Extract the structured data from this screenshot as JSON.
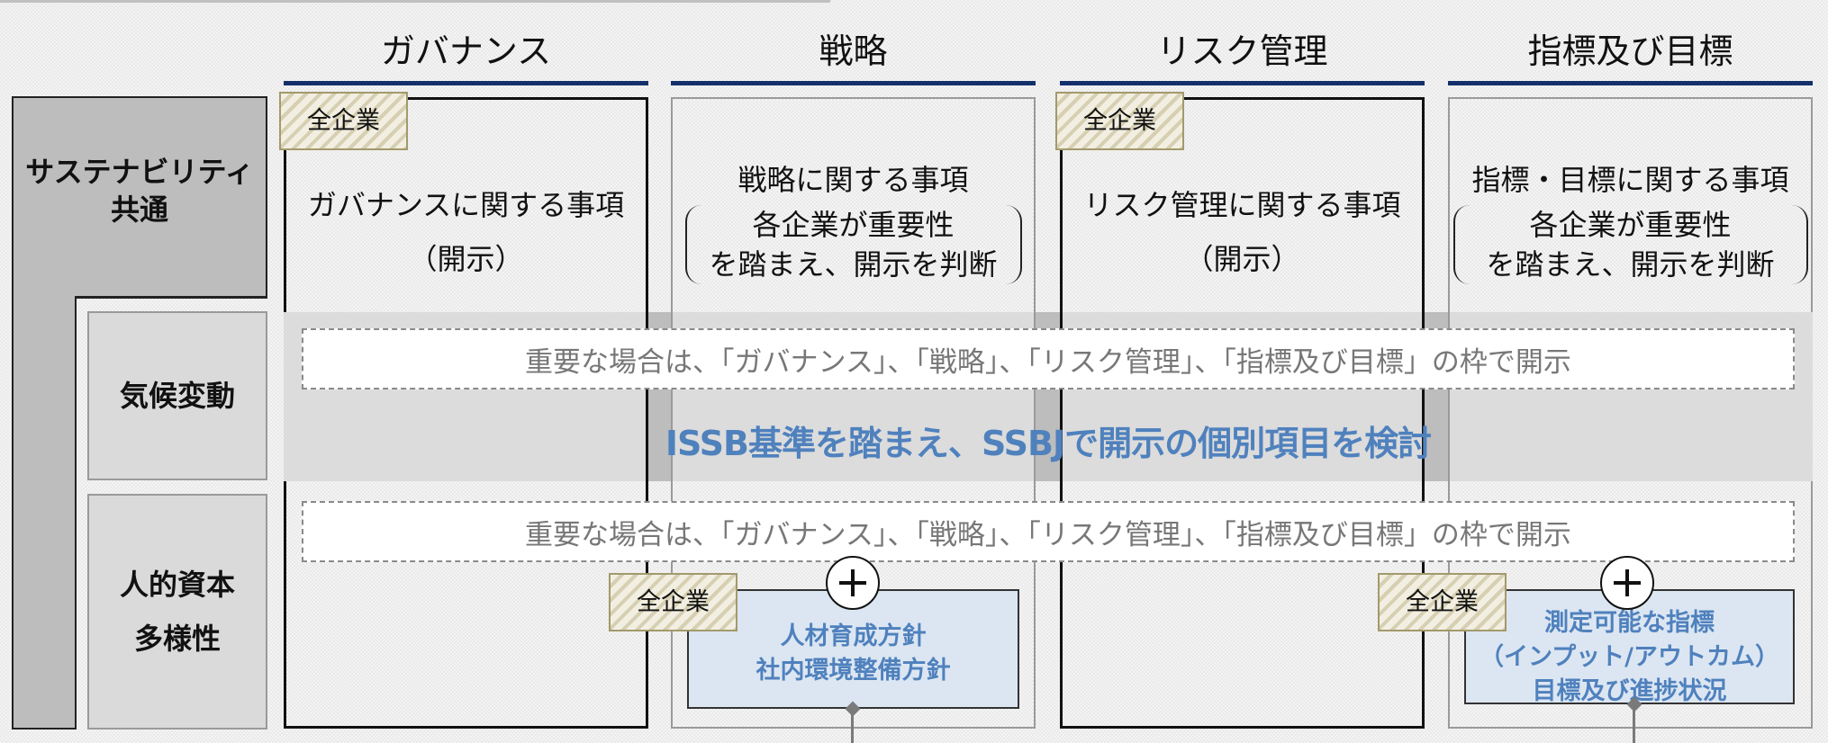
{
  "columns": [
    {
      "title": "ガバナンス",
      "text_line1": "ガバナンスに関する事項",
      "text_line2": "（開示）",
      "badge": "全企業"
    },
    {
      "title": "戦略",
      "text_line1": "戦略に関する事項",
      "bracket_line1": "各企業が重要性",
      "bracket_line2": "を踏まえ、開示を判断"
    },
    {
      "title": "リスク管理",
      "text_line1": "リスク管理に関する事項",
      "text_line2": "（開示）",
      "badge": "全企業"
    },
    {
      "title": "指標及び目標",
      "text_line1": "指標・目標に関する事項",
      "bracket_line1": "各企業が重要性",
      "bracket_line2": "を踏まえ、開示を判断"
    }
  ],
  "rows": {
    "common": {
      "label_line1": "サステナビリティ",
      "label_line2": "共通"
    },
    "climate": {
      "label": "気候変動"
    },
    "human_capital": {
      "label_line1": "人的資本",
      "label_line2": "多様性"
    }
  },
  "climate_band": {
    "dashed_note": "重要な場合は、「ガバナンス」、「戦略」、「リスク管理」、「指標及び目標」の枠で開示",
    "main_text": "ISSB基準を踏まえ、SSBJで開示の個別項目を検討"
  },
  "human_capital_band": {
    "dashed_note": "重要な場合は、「ガバナンス」、「戦略」、「リスク管理」、「指標及び目標」の枠で開示",
    "strategy_badge": "全企業",
    "strategy_box": {
      "line1": "人材育成方針",
      "line2": "社内環境整備方針"
    },
    "metrics_badge": "全企業",
    "metrics_box": {
      "line1": "測定可能な指標",
      "line2": "（インプット/アウトカム）",
      "line3": "目標及び進捗状況"
    },
    "add_icon": "plus-circle-icon"
  },
  "colors": {
    "header_underline": "#14306b",
    "accent_blue_text": "#4f81bd",
    "blue_box_fill": "#dce6f2",
    "band_gray": "#dcdcdc",
    "label_gray": "#bdbdbd",
    "badge_border": "#a39a6c"
  }
}
